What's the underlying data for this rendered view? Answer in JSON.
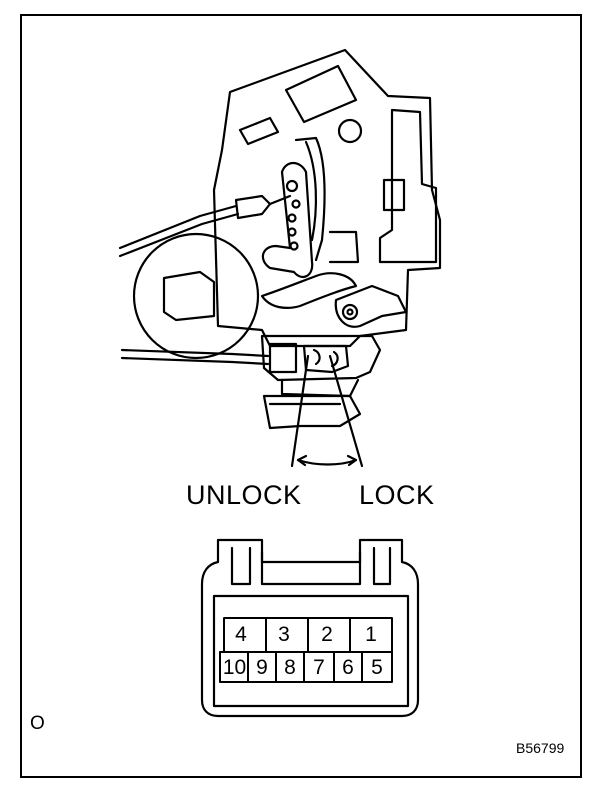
{
  "labels": {
    "unlock": "UNLOCK",
    "lock": "LOCK",
    "corner_mark": "O",
    "figure_code": "B56799"
  },
  "connector": {
    "top_row": [
      "4",
      "3",
      "2",
      "1"
    ],
    "bottom_row": [
      "10",
      "9",
      "8",
      "7",
      "6",
      "5"
    ]
  },
  "colors": {
    "ink": "#000000",
    "paper": "#ffffff"
  }
}
